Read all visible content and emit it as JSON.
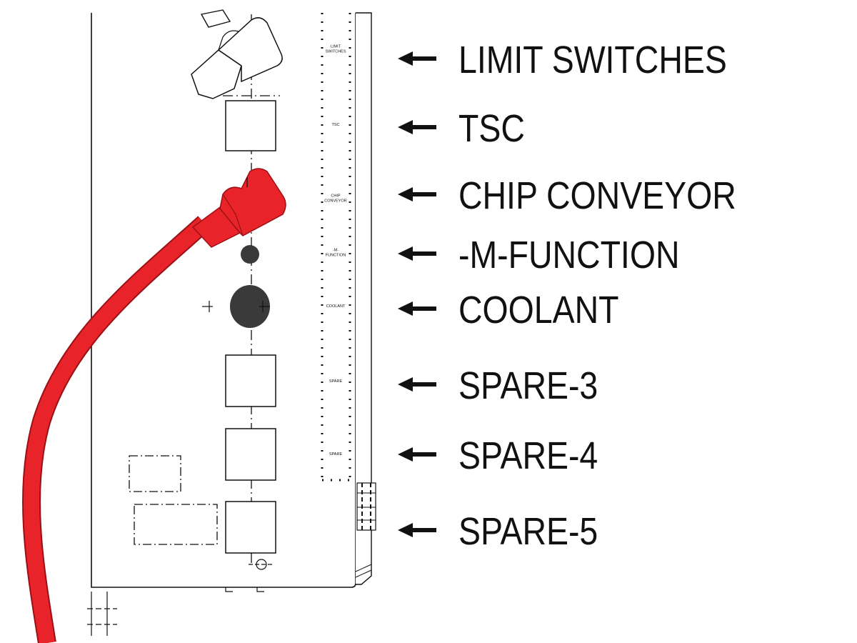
{
  "strip": {
    "lines": [
      [
        "LIMIT",
        "SWITCHES"
      ],
      [
        "TSC"
      ],
      [
        "CHIP",
        "CONVEYOR"
      ],
      [
        "-M-",
        "FUNCTION"
      ],
      [
        "COOLANT"
      ],
      [
        "SPARE"
      ],
      [
        "SPARE"
      ]
    ]
  },
  "callouts": [
    {
      "label": "LIMIT SWITCHES"
    },
    {
      "label": "TSC"
    },
    {
      "label": "CHIP CONVEYOR"
    },
    {
      "label": "-M-FUNCTION"
    },
    {
      "label": "COOLANT"
    },
    {
      "label": "SPARE-3"
    },
    {
      "label": "SPARE-4"
    },
    {
      "label": "SPARE-5"
    }
  ],
  "colors": {
    "cable": "#e8242a",
    "cable_outline": "#9b1015",
    "line": "#111111",
    "plug_dark": "#3a3a3a"
  }
}
